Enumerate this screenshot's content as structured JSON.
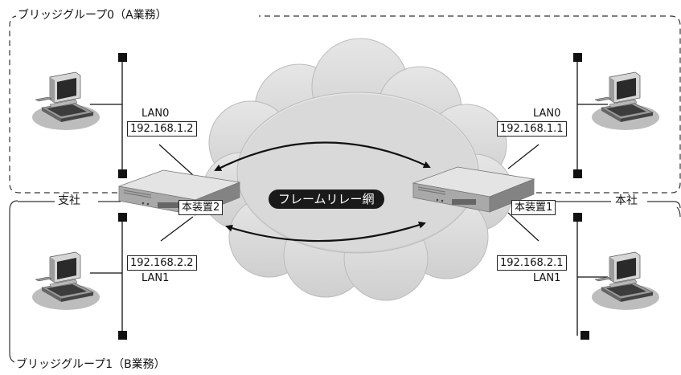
{
  "group0_label": "ブリッジグループ0（A業務）",
  "group1_label": "ブリッジグループ1（B業務）",
  "branch_label": "支社",
  "hq_label": "本社",
  "network_label": "フレームリレー網",
  "left": {
    "device_label": "本装置2",
    "lan0_label": "LAN0",
    "lan0_ip": "192.168.1.2",
    "lan1_label": "LAN1",
    "lan1_ip": "192.168.2.2"
  },
  "right": {
    "device_label": "本装置1",
    "lan0_label": "LAN0",
    "lan0_ip": "192.168.1.1",
    "lan1_label": "LAN1",
    "lan1_ip": "192.168.2.1"
  },
  "icons": {
    "pc": "desktop-computer-icon",
    "router": "router-device-icon",
    "cloud": "cloud-network-icon",
    "terminator": "lan-terminator-square"
  }
}
